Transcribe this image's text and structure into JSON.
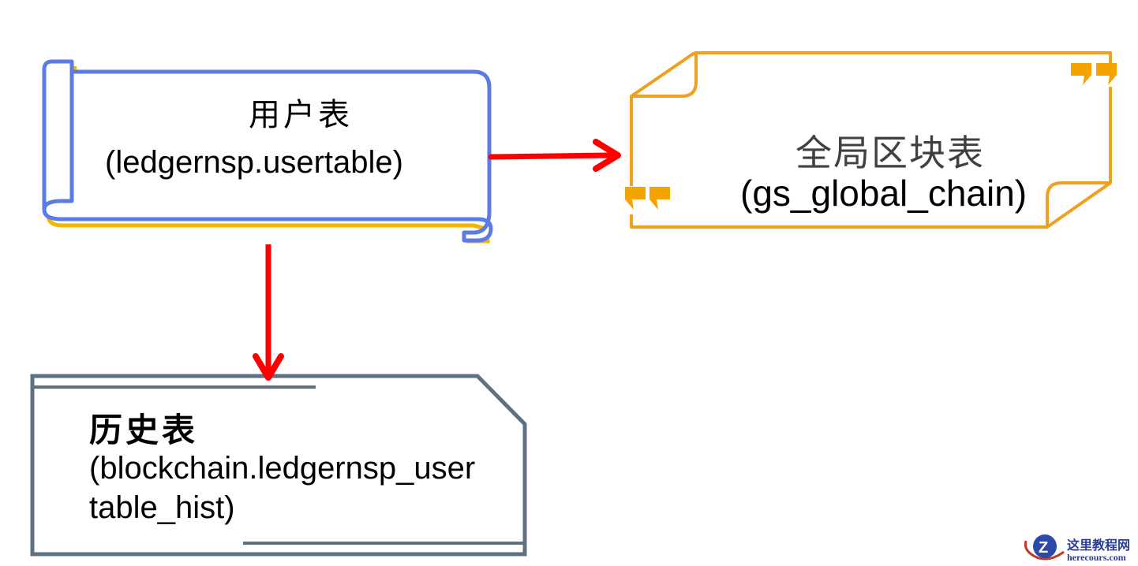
{
  "diagram": {
    "nodes": {
      "user_table": {
        "title": "用户表",
        "subtitle": "(ledgernsp.usertable)",
        "shape": "horizontal-scroll",
        "stroke_color": "#5b7be6",
        "shadow_color": "#f4b400"
      },
      "global_chain": {
        "title": "全局区块表",
        "subtitle": "(gs_global_chain)",
        "shape": "folded-corner-quote-frame",
        "stroke_color": "#f0a020",
        "quote_icon": "quote-mark-icon"
      },
      "history_table": {
        "title": "历史表",
        "subtitle_line1": "(blockchain.ledgernsp_user",
        "subtitle_line2": "table_hist)",
        "shape": "snipped-corner-frame",
        "stroke_color": "#5f7180"
      }
    },
    "edges": [
      {
        "from": "user_table",
        "to": "global_chain",
        "direction": "right",
        "color": "#ff0000"
      },
      {
        "from": "user_table",
        "to": "history_table",
        "direction": "down",
        "color": "#ff0000"
      }
    ]
  },
  "watermark": {
    "brand_cn": "这里教程网",
    "brand_en": "herecours.com",
    "logo_letter": "Z"
  }
}
